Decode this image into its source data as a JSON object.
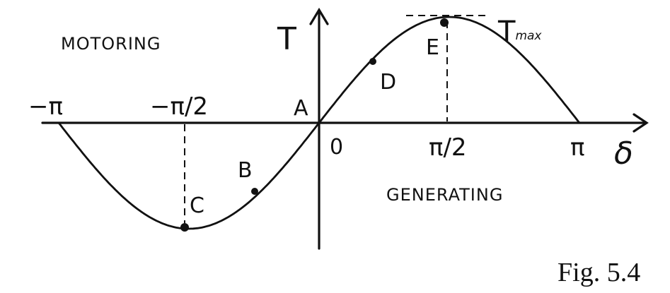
{
  "labels": {
    "y_axis": "T",
    "x_axis": "δ",
    "origin": "0",
    "tick_neg_pi": "−π",
    "tick_neg_half_pi": "−π/2",
    "tick_half_pi": "π/2",
    "tick_pi": "π",
    "tmax_main": "T",
    "tmax_sub": "max",
    "region_motoring": "MOTORING",
    "region_generating": "GENERATING"
  },
  "points": {
    "A": "A",
    "B": "B",
    "C": "C",
    "D": "D",
    "E": "E"
  },
  "caption": "Fig. 5.4",
  "colors": {
    "ink": "#111111",
    "background": "#ffffff"
  }
}
